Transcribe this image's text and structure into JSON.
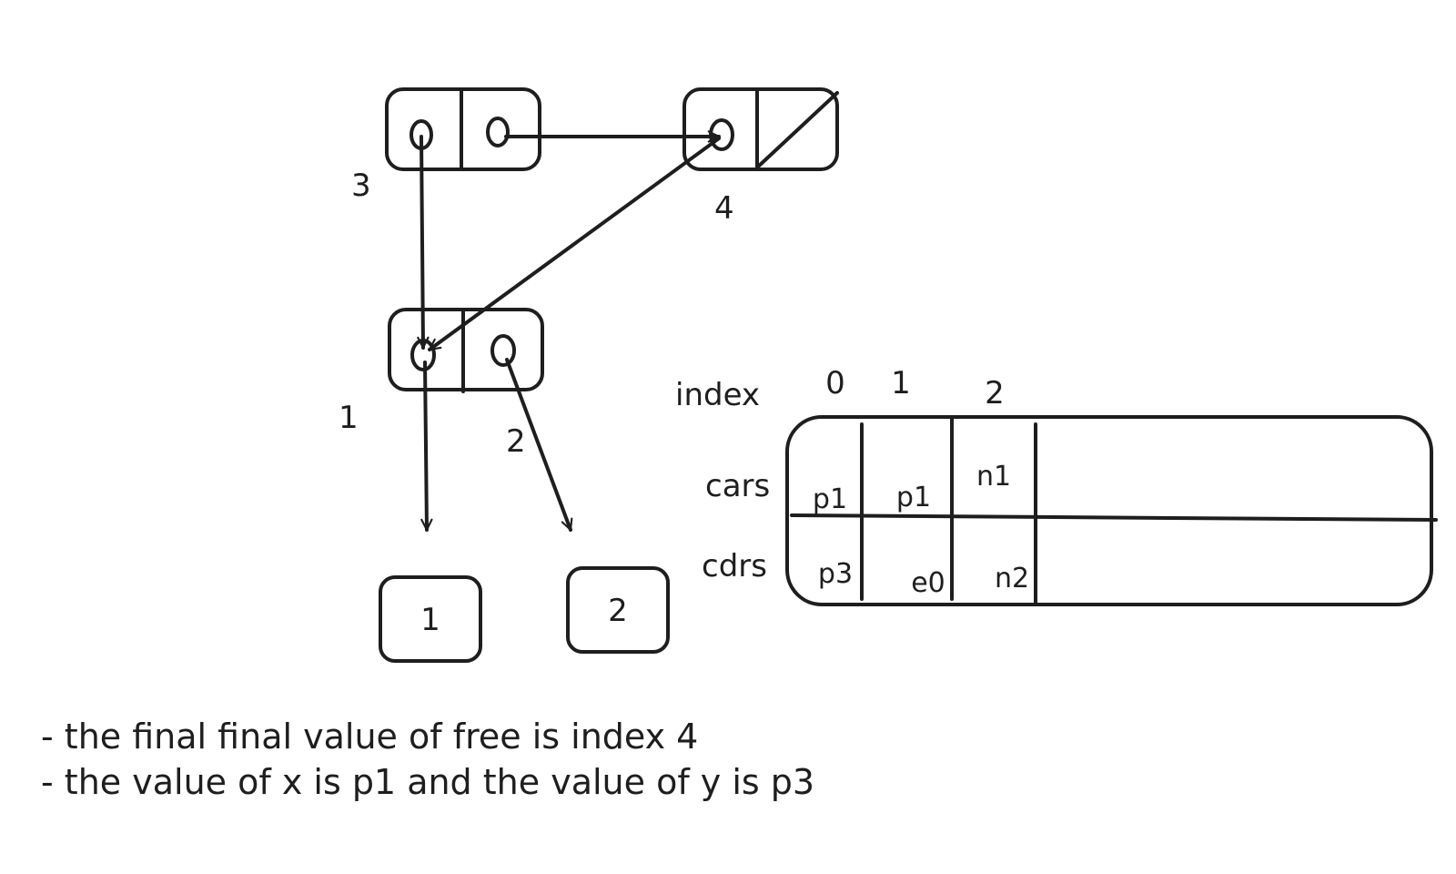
{
  "pairs": {
    "p3": {
      "label": "3"
    },
    "p4": {
      "label": "4"
    },
    "p1": {
      "label": "1"
    },
    "p2": {
      "label": "2"
    }
  },
  "atoms": {
    "a1": "1",
    "a2": "2"
  },
  "memory": {
    "index_label": "index",
    "cars_label": "cars",
    "cdrs_label": "cdrs",
    "indices": [
      "0",
      "1",
      "2"
    ],
    "cars": [
      "p1",
      "p1",
      "n1"
    ],
    "cdrs": [
      "p3",
      "e0",
      "n2"
    ]
  },
  "notes": [
    "- the final final value of free is index 4",
    "- the value of x is p1 and the value of y is p3"
  ]
}
